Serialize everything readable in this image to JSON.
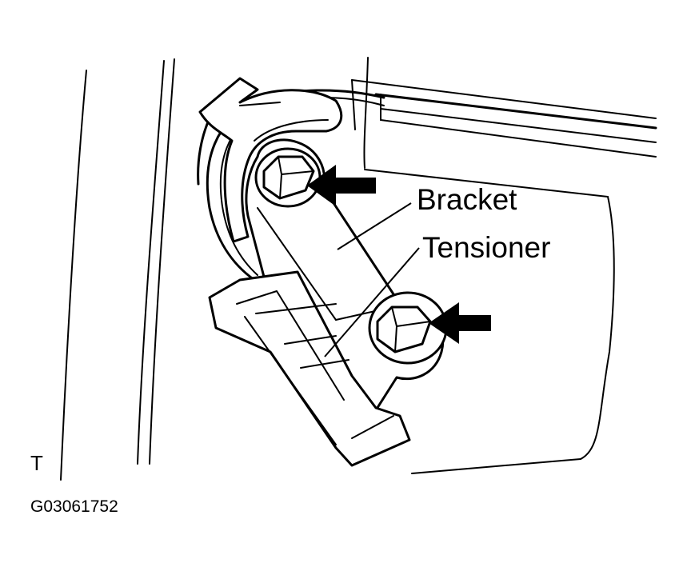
{
  "labels": {
    "bracket": "Bracket",
    "tensioner": "Tensioner"
  },
  "corner_mark": "T",
  "figure_code": "G03061752"
}
